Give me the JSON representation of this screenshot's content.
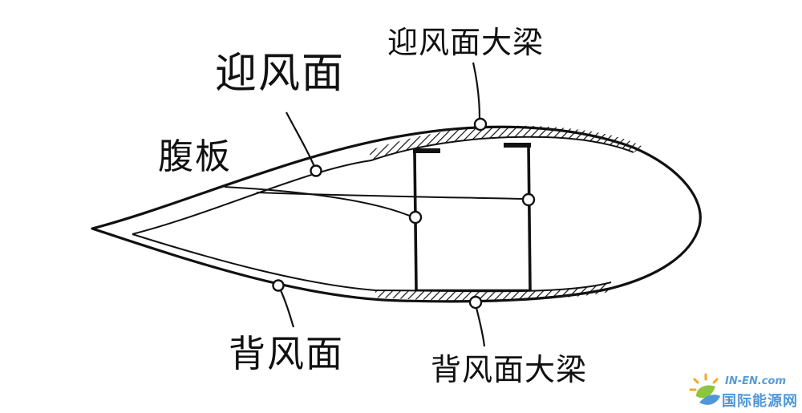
{
  "labels": {
    "windward_surface": "迎风面",
    "shear_web": "腹板",
    "leeward_surface": "背风面",
    "windward_spar_cap": "迎风面大梁",
    "leeward_spar_cap": "背风面大梁"
  },
  "watermark": {
    "brand_en": "IN-EN.com",
    "brand_cn": "国际能源网",
    "colors": {
      "blue": "#4f97d8",
      "orange": "#f5a623",
      "green": "#8cc63f"
    }
  },
  "colors": {
    "ink": "#111111",
    "background": "#ffffff"
  }
}
